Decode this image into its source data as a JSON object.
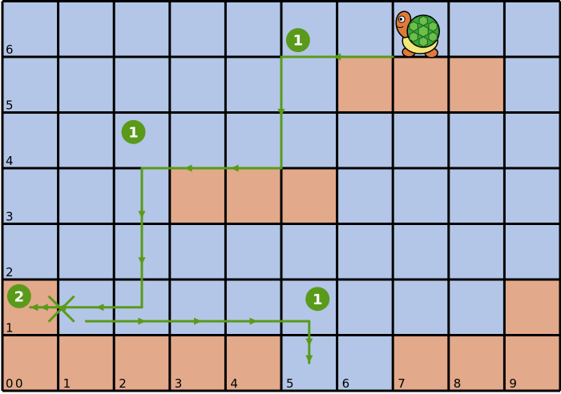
{
  "grid": {
    "cols": 10,
    "rows": 7,
    "colors": {
      "free": "#b3c6e7",
      "blocked": "#e2a98a",
      "line": "#000000",
      "path": "#5a9a1a",
      "badge": "#5a9a1a"
    },
    "blocked_cells": [
      [
        6,
        5
      ],
      [
        7,
        5
      ],
      [
        8,
        5
      ],
      [
        3,
        3
      ],
      [
        4,
        3
      ],
      [
        5,
        3
      ],
      [
        0,
        1
      ],
      [
        9,
        1
      ],
      [
        0,
        0
      ],
      [
        1,
        0
      ],
      [
        2,
        0
      ],
      [
        3,
        0
      ],
      [
        4,
        0
      ],
      [
        7,
        0
      ],
      [
        8,
        0
      ],
      [
        9,
        0
      ]
    ]
  },
  "row_labels": [
    "0",
    "1",
    "2",
    "3",
    "4",
    "5",
    "6"
  ],
  "col_labels": [
    "0",
    "1",
    "2",
    "3",
    "4",
    "5",
    "6",
    "7",
    "8",
    "9"
  ],
  "turtle": {
    "name": "turtle-icon",
    "col": 7,
    "row": 6
  },
  "path": {
    "main": [
      [
        7,
        6
      ],
      [
        5,
        6
      ],
      [
        5,
        4
      ],
      [
        2.5,
        4
      ],
      [
        2.5,
        1.5
      ],
      [
        1,
        1.5
      ]
    ],
    "branch_right": [
      [
        1.5,
        1.25
      ],
      [
        5.5,
        1.25
      ],
      [
        5.5,
        0.5
      ]
    ],
    "branch_left": [
      [
        1,
        1.5
      ],
      [
        0.5,
        1.5
      ]
    ],
    "cross": {
      "col": 1,
      "row": 1.5
    }
  },
  "badges": [
    {
      "label": "1",
      "col": 5.3,
      "row": 6.3
    },
    {
      "label": "1",
      "col": 2.35,
      "row": 4.65
    },
    {
      "label": "1",
      "col": 5.65,
      "row": 1.65
    },
    {
      "label": "2",
      "col": 0.3,
      "row": 1.7
    }
  ]
}
